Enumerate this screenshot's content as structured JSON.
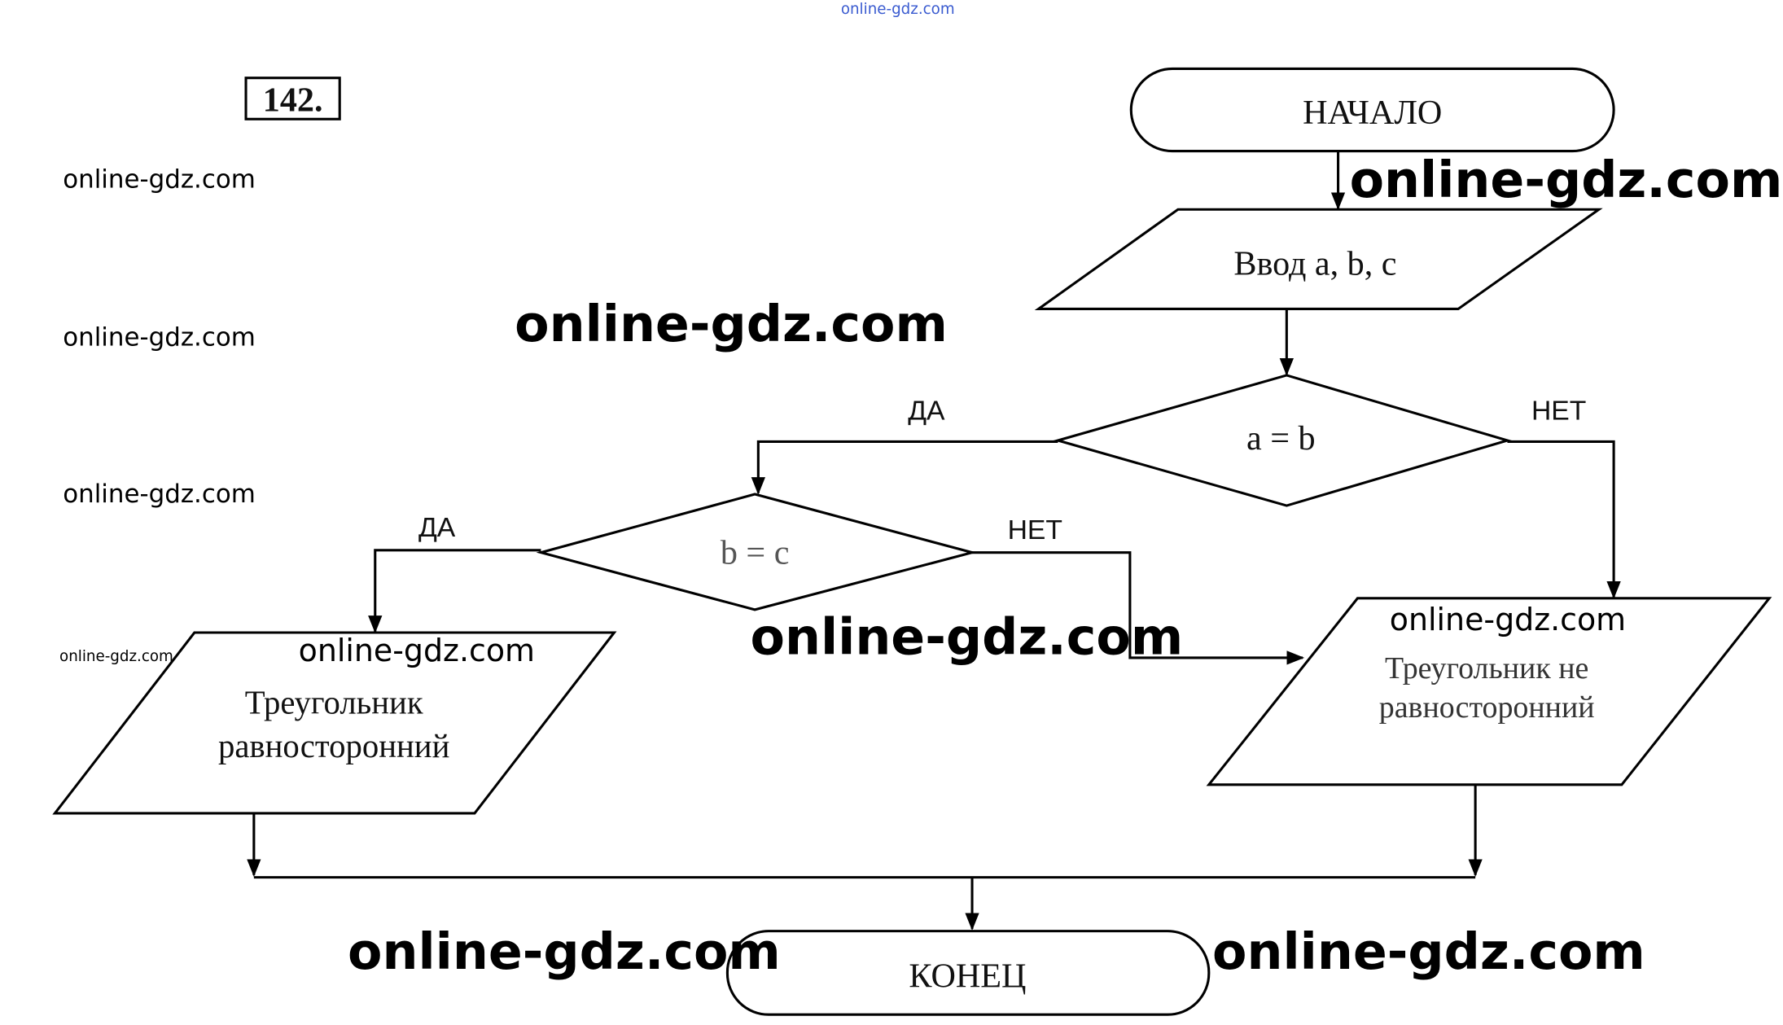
{
  "task_number": "142.",
  "watermark": "online-gdz.com",
  "flowchart": {
    "start": "НАЧАЛО",
    "input": "Ввод a, b, c",
    "condition1": "a = b",
    "condition2": "b = c",
    "yes_label": "ДА",
    "no_label": "НЕТ",
    "output_equilateral": [
      "Треугольник",
      "равносторонний"
    ],
    "output_not_equilateral": [
      "Треугольник не",
      "равносторонний"
    ],
    "end": "КОНЕЦ"
  },
  "colors": {
    "top_watermark": "#3a5bd0"
  }
}
